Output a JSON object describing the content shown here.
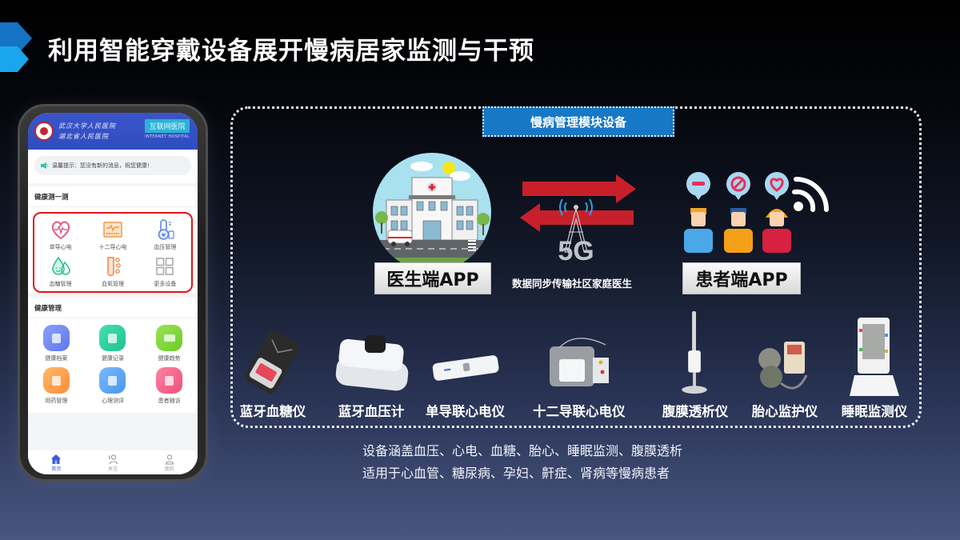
{
  "slide": {
    "title": "利用智能穿戴设备展开慢病居家监测与干预",
    "accent_color": "#1a8fe0"
  },
  "phone": {
    "header": {
      "hospital_name_1": "武汉大学人民医院",
      "hospital_name_2": "湖北省人民医院",
      "badge_cn": "互联网医院",
      "badge_en": "INTERNET HOSPITAL",
      "header_color": "#3351c6"
    },
    "notice": {
      "icon": "speaker-icon",
      "text": "温馨提示：您没有新的消息，祝您健康!"
    },
    "measure_section": {
      "title": "健康测一测",
      "highlight_color": "#e4141c",
      "items": [
        {
          "label": "单导心电",
          "icon": "heart-ecg-icon",
          "color": "#e35b85"
        },
        {
          "label": "十二导心电",
          "icon": "ecg-monitor-icon",
          "color": "#ef9a4a"
        },
        {
          "label": "血压管理",
          "icon": "thermometer-icon",
          "color": "#5a84e6"
        },
        {
          "label": "血糖管理",
          "icon": "water-drop-icon",
          "color": "#2fc095"
        },
        {
          "label": "血氧管理",
          "icon": "test-tube-icon",
          "color": "#ef8c4f"
        },
        {
          "label": "更多设备",
          "icon": "grid-icon",
          "color": "#aaaaaa"
        }
      ]
    },
    "management_section": {
      "title": "健康管理",
      "items": [
        {
          "label": "健康档案",
          "icon": "profile-icon",
          "color": "#6f86f0"
        },
        {
          "label": "健康记录",
          "icon": "record-icon",
          "color": "#27cf9f"
        },
        {
          "label": "健康趋势",
          "icon": "trend-icon",
          "color": "#7fd63c"
        },
        {
          "label": "用药管理",
          "icon": "medicine-icon",
          "color": "#fda24f"
        },
        {
          "label": "心理测评",
          "icon": "assessment-icon",
          "color": "#5ea8f3"
        },
        {
          "label": "患者随访",
          "icon": "medical-kit-icon",
          "color": "#f4678c"
        }
      ]
    },
    "tabbar": [
      {
        "label": "首页",
        "icon": "home-icon",
        "active": true
      },
      {
        "label": "关注",
        "icon": "users-icon",
        "active": false
      },
      {
        "label": "我的",
        "icon": "user-icon",
        "active": false
      }
    ]
  },
  "diagram": {
    "module_title": "慢病管理模块设备",
    "doctor_app_label": "医生端APP",
    "patient_app_label": "患者端APP",
    "sync_caption": "数据同步传输社区家庭医生",
    "network_label": "5G",
    "arrow_color": "#c8202a",
    "devices": [
      {
        "label": "蓝牙血糖仪"
      },
      {
        "label": "蓝牙血压计"
      },
      {
        "label": "单导联心电仪"
      },
      {
        "label": "十二导联心电仪"
      },
      {
        "label": "腹膜透析仪"
      },
      {
        "label": "胎心监护仪"
      },
      {
        "label": "睡眠监测仪"
      }
    ]
  },
  "summary": {
    "line1": "设备涵盖血压、心电、血糖、胎心、睡眠监测、腹膜透析",
    "line2": "适用于心血管、糖尿病、孕妇、鼾症、肾病等慢病患者"
  }
}
